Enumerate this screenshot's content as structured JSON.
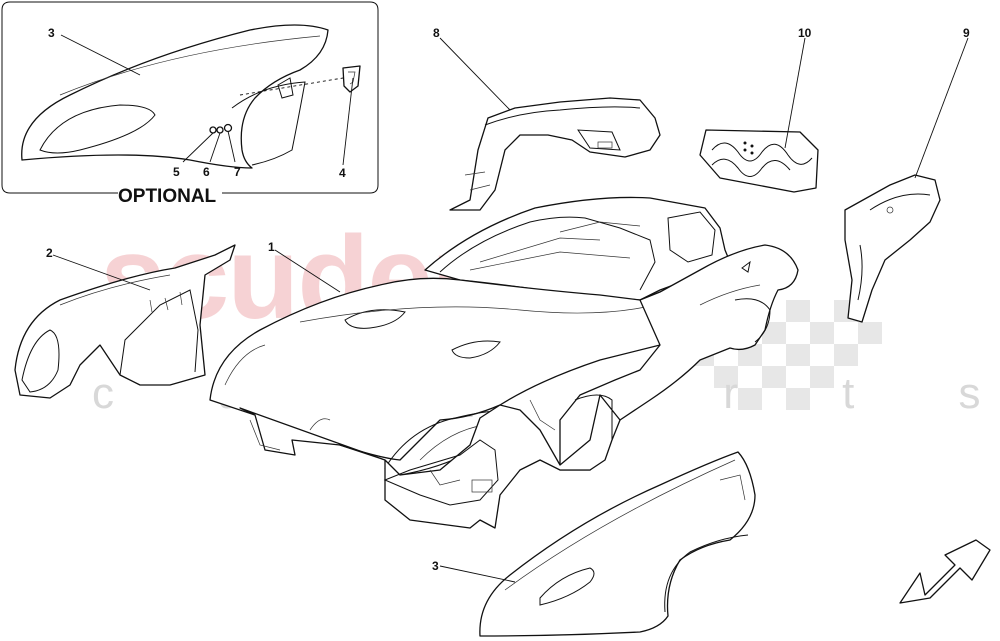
{
  "watermark": {
    "brand": "scuderia",
    "sub": "c a r p a r t s",
    "color": "#f3c4c6"
  },
  "optional_box": {
    "label": "OPTIONAL"
  },
  "callouts": [
    {
      "id": "1",
      "label": "1"
    },
    {
      "id": "2",
      "label": "2"
    },
    {
      "id": "3a",
      "label": "3"
    },
    {
      "id": "3b",
      "label": "3"
    },
    {
      "id": "4",
      "label": "4"
    },
    {
      "id": "5",
      "label": "5"
    },
    {
      "id": "6",
      "label": "6"
    },
    {
      "id": "7",
      "label": "7"
    },
    {
      "id": "8",
      "label": "8"
    },
    {
      "id": "9",
      "label": "9"
    },
    {
      "id": "10",
      "label": "10"
    }
  ],
  "icons": {
    "direction": "direction-arrow-icon",
    "checker": "checkered-flag-icon"
  }
}
